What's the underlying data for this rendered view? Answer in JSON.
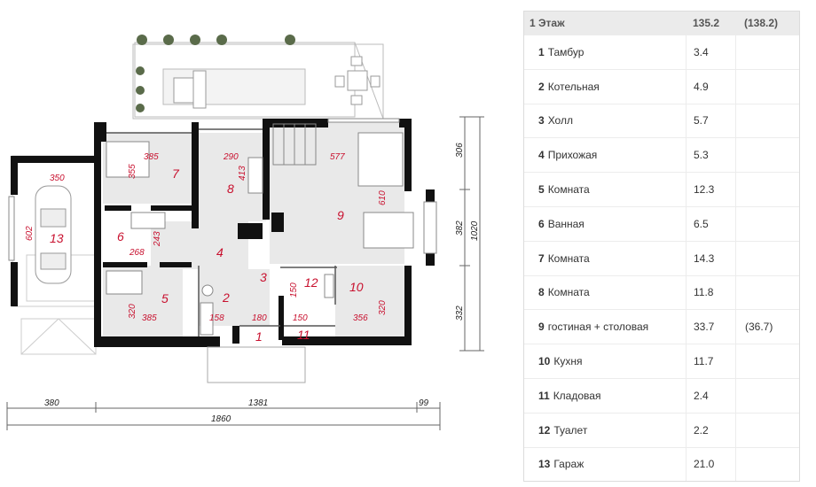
{
  "floor_plan": {
    "rooms": [
      {
        "id": "room-1",
        "num": "1"
      },
      {
        "id": "room-2",
        "num": "2"
      },
      {
        "id": "room-3",
        "num": "3"
      },
      {
        "id": "room-4",
        "num": "4"
      },
      {
        "id": "room-5",
        "num": "5"
      },
      {
        "id": "room-6",
        "num": "6"
      },
      {
        "id": "room-7",
        "num": "7"
      },
      {
        "id": "room-8",
        "num": "8"
      },
      {
        "id": "room-9",
        "num": "9"
      },
      {
        "id": "room-10",
        "num": "10"
      },
      {
        "id": "room-11",
        "num": "11"
      },
      {
        "id": "room-12",
        "num": "12"
      },
      {
        "id": "room-13",
        "num": "13"
      }
    ],
    "dims_red": [
      "350",
      "602",
      "385",
      "355",
      "290",
      "413",
      "577",
      "610",
      "243",
      "268",
      "320",
      "385",
      "158",
      "180",
      "150",
      "150",
      "356",
      "320"
    ],
    "dims_black": {
      "right_top": "306",
      "right_mid": "382",
      "right_total": "1020",
      "right_bot": "332",
      "bottom_left": "380",
      "bottom_mid": "1381",
      "bottom_right": "99",
      "bottom_total": "1860"
    }
  },
  "area_table": {
    "header": {
      "name": "1 Этаж",
      "area": "135.2",
      "alt": "(138.2)"
    },
    "rows": [
      {
        "num": "1",
        "name": "Тамбур",
        "area": "3.4",
        "alt": ""
      },
      {
        "num": "2",
        "name": "Котельная",
        "area": "4.9",
        "alt": ""
      },
      {
        "num": "3",
        "name": "Холл",
        "area": "5.7",
        "alt": ""
      },
      {
        "num": "4",
        "name": "Прихожая",
        "area": "5.3",
        "alt": ""
      },
      {
        "num": "5",
        "name": "Комната",
        "area": "12.3",
        "alt": ""
      },
      {
        "num": "6",
        "name": "Ванная",
        "area": "6.5",
        "alt": ""
      },
      {
        "num": "7",
        "name": "Комната",
        "area": "14.3",
        "alt": ""
      },
      {
        "num": "8",
        "name": "Комната",
        "area": "11.8",
        "alt": ""
      },
      {
        "num": "9",
        "name": "гостиная + столовая",
        "area": "33.7",
        "alt": "(36.7)"
      },
      {
        "num": "10",
        "name": "Кухня",
        "area": "11.7",
        "alt": ""
      },
      {
        "num": "11",
        "name": "Кладовая",
        "area": "2.4",
        "alt": ""
      },
      {
        "num": "12",
        "name": "Туалет",
        "area": "2.2",
        "alt": ""
      },
      {
        "num": "13",
        "name": "Гараж",
        "area": "21.0",
        "alt": ""
      }
    ]
  }
}
